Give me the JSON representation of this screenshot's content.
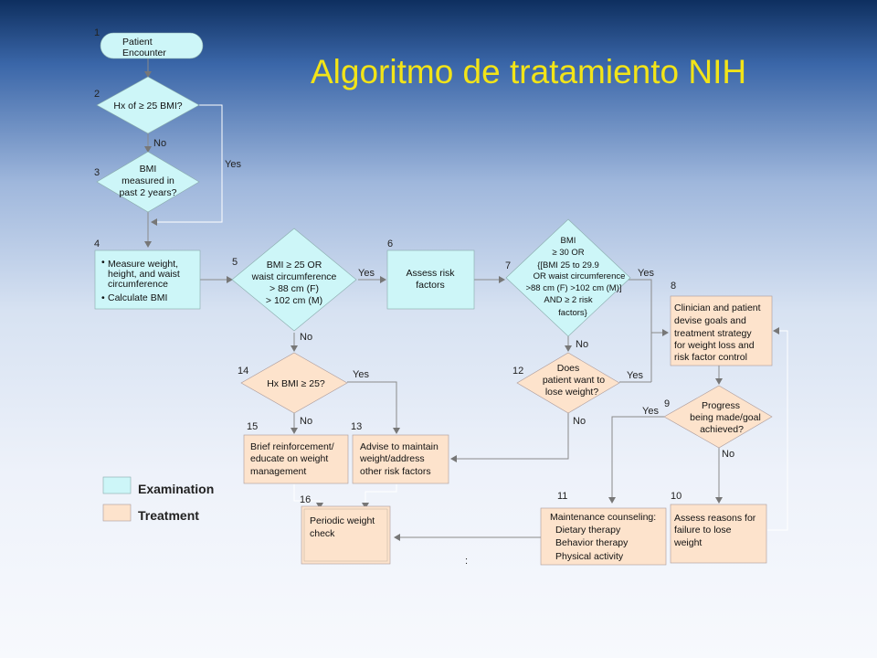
{
  "title": "Algoritmo de tratamiento NIH",
  "colors": {
    "examination": "#cdf6f8",
    "treatment": "#fde3cc",
    "title": "#f2e418"
  },
  "legend": {
    "examination": "Examination",
    "treatment": "Treatment"
  },
  "steps": {
    "s1": "1",
    "s2": "2",
    "s3": "3",
    "s4": "4",
    "s5": "5",
    "s6": "6",
    "s7": "7",
    "s8": "8",
    "s9": "9",
    "s10": "10",
    "s11": "11",
    "s12": "12",
    "s13": "13",
    "s14": "14",
    "s15": "15",
    "s16": "16"
  },
  "nodes": {
    "patient_encounter": [
      "Patient",
      "Encounter"
    ],
    "hx_bmi": [
      "Hx of ≥ 25 BMI?"
    ],
    "bmi_measured": [
      "BMI",
      "measured in",
      "past 2 years?"
    ],
    "measure": [
      "Measure weight,",
      "height, and waist",
      "circumference",
      "Calculate BMI"
    ],
    "bmi25": [
      "BMI ≥ 25 OR",
      "waist circumference",
      "> 88 cm (F)",
      "> 102 cm (M)"
    ],
    "assess_risk": [
      "Assess risk",
      "factors"
    ],
    "bmi30": [
      "BMI",
      "≥ 30 OR",
      "{[BMI 25 to 29.9",
      "OR waist circumference",
      ">88 cm (F) >102 cm (M)]",
      "AND ≥ 2 risk",
      "factors}"
    ],
    "clinician": [
      "Clinician and patient",
      "devise goals and",
      "treatment strategy",
      "for weight loss and",
      "risk factor control"
    ],
    "progress": [
      "Progress",
      "being made/goal",
      "achieved?"
    ],
    "assess_reasons": [
      "Assess reasons for",
      "failure to lose",
      "weight"
    ],
    "maintenance": [
      "Maintenance counseling:",
      "Dietary therapy",
      "Behavior therapy",
      "Physical activity"
    ],
    "does_patient": [
      "Does",
      "patient want to",
      "lose weight?"
    ],
    "advise": [
      "Advise to maintain",
      "weight/address",
      "other risk factors"
    ],
    "hx_bmi_14": [
      "Hx BMI ≥ 25?"
    ],
    "brief": [
      "Brief reinforcement/",
      "educate on weight",
      "management"
    ],
    "periodic": [
      "Periodic weight",
      "check"
    ]
  },
  "edge_labels": {
    "no_2_3": "No",
    "yes_2_4": "Yes",
    "yes_5_6": "Yes",
    "no_5_14": "No",
    "yes_7_8": "Yes",
    "no_7_12": "No",
    "yes_12_8": "Yes",
    "no_12_13": "No",
    "yes_14_13": "Yes",
    "no_14_15": "No",
    "yes_9_11": "Yes",
    "no_9_10": "No"
  },
  "footnote": ":"
}
